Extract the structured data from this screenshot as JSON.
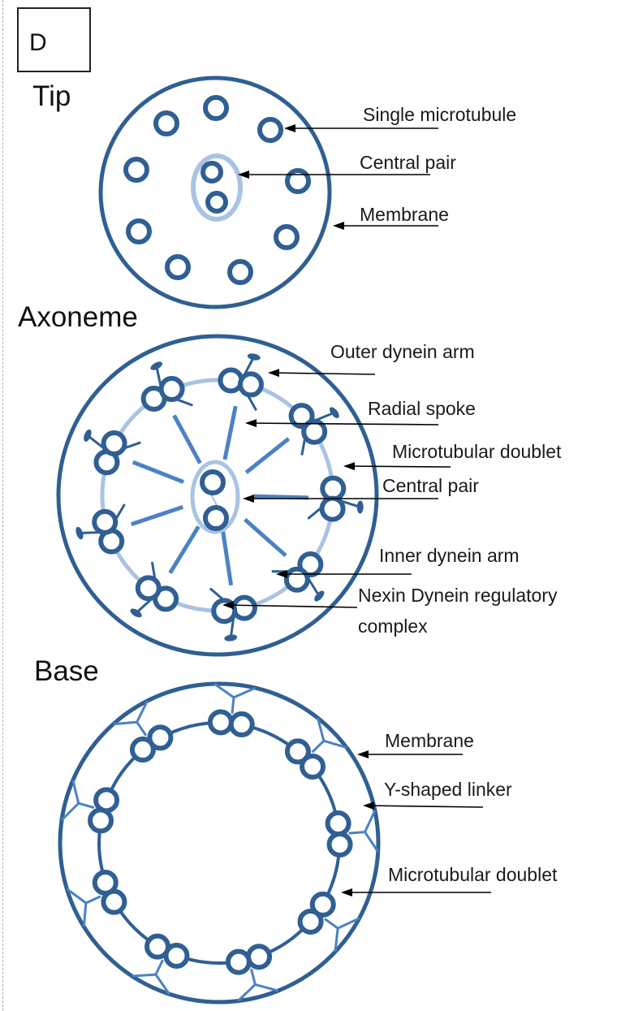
{
  "panel_letter": "D",
  "colors": {
    "dark_blue": "#2f5f93",
    "mid_blue": "#4b82c4",
    "light_blue": "#a9c3e3",
    "text": "#1a1a1a",
    "arrow": "#000000"
  },
  "sections": {
    "tip": {
      "title": "Tip",
      "labels": {
        "single_microtubule": "Single microtubule",
        "central_pair": "Central pair",
        "membrane": "Membrane"
      }
    },
    "axoneme": {
      "title": "Axoneme",
      "labels": {
        "outer_dynein_arm": "Outer dynein arm",
        "radial_spoke": "Radial spoke",
        "microtubular_doublet": "Microtubular  doublet",
        "central_pair": "Central pair",
        "inner_dynein_arm": "Inner dynein arm",
        "nexin_line1": "Nexin Dynein regulatory",
        "nexin_line2": "complex"
      }
    },
    "base": {
      "title": "Base",
      "labels": {
        "membrane": "Membrane",
        "y_shaped_linker": "Y-shaped linker",
        "microtubular_doublet": "Microtubular  doublet"
      }
    }
  }
}
